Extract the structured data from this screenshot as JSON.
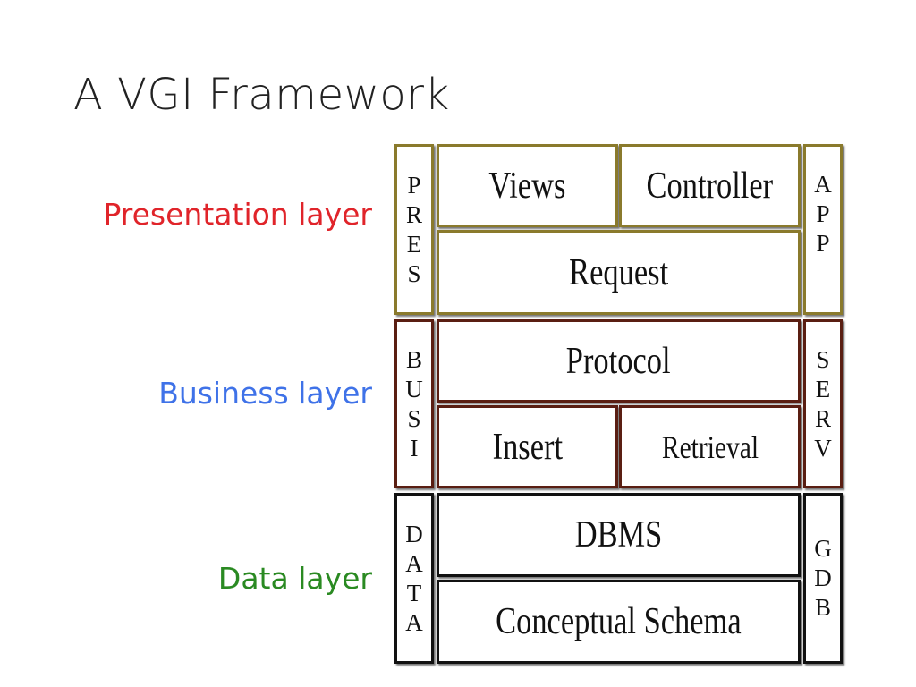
{
  "title": "A VGI Framework",
  "layers": {
    "presentation": {
      "label": "Presentation layer",
      "color": "#e0242a"
    },
    "business": {
      "label": "Business layer",
      "color": "#3f72e8"
    },
    "data": {
      "label": "Data layer",
      "color": "#2a8a22"
    }
  },
  "diagram": {
    "left_tabs": {
      "pres": [
        "P",
        "R",
        "E",
        "S"
      ],
      "busi": [
        "B",
        "U",
        "S",
        "I"
      ],
      "data": [
        "D",
        "A",
        "T",
        "A"
      ]
    },
    "right_tabs": {
      "app": [
        "A",
        "P",
        "P"
      ],
      "serv": [
        "S",
        "E",
        "R",
        "V"
      ],
      "gdb": [
        "G",
        "D",
        "B"
      ]
    },
    "cells": {
      "views": "Views",
      "controller": "Controller",
      "request": "Request",
      "protocol": "Protocol",
      "insert": "Insert",
      "retrieval": "Retrieval",
      "dbms": "DBMS",
      "conceptual_schema": "Conceptual Schema"
    },
    "border_colors": {
      "presentation": "#8a7a2c",
      "business": "#5a1e12",
      "data": "#111111"
    }
  }
}
